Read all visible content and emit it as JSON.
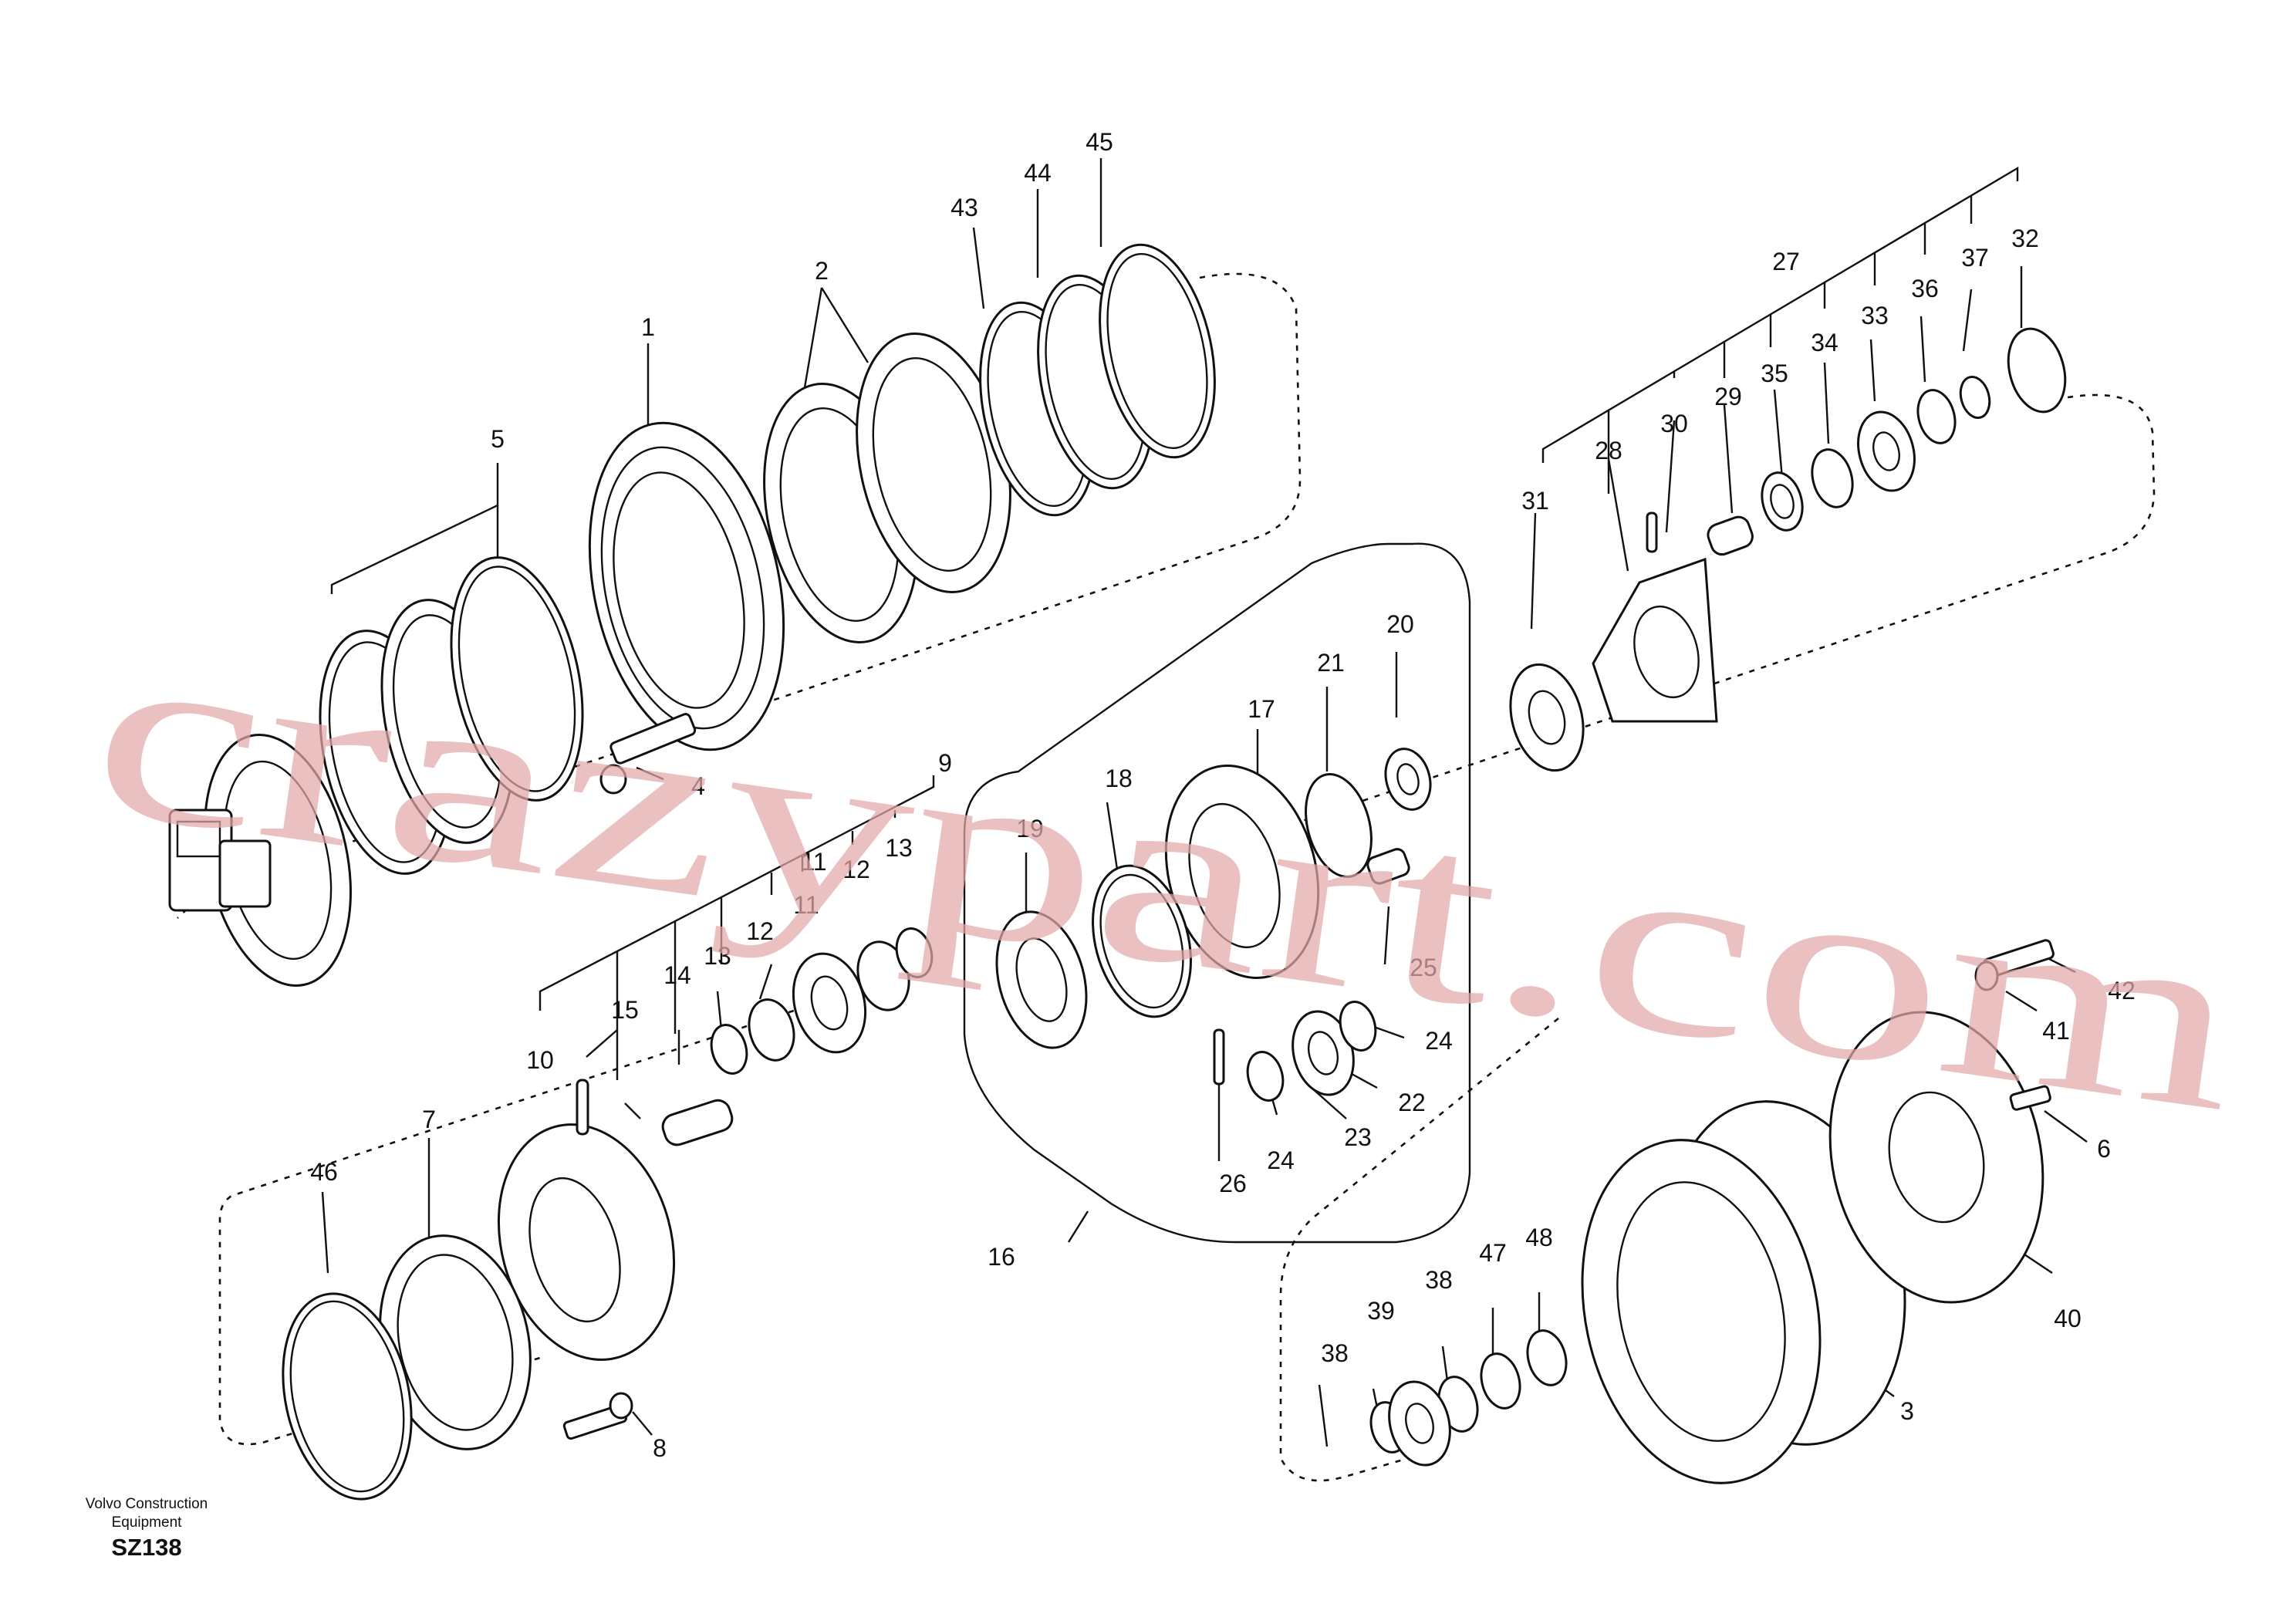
{
  "diagram": {
    "callouts": [
      "1",
      "2",
      "3",
      "4",
      "5",
      "6",
      "7",
      "8",
      "9",
      "10",
      "11",
      "11",
      "12",
      "12",
      "13",
      "13",
      "14",
      "15",
      "16",
      "17",
      "18",
      "19",
      "20",
      "21",
      "22",
      "23",
      "24",
      "24",
      "25",
      "26",
      "27",
      "28",
      "29",
      "30",
      "31",
      "32",
      "33",
      "34",
      "35",
      "36",
      "37",
      "38",
      "38",
      "39",
      "40",
      "41",
      "42",
      "43",
      "44",
      "45",
      "46",
      "47",
      "48"
    ],
    "watermark": "crazypart.com"
  },
  "footer": {
    "maker_line1": "Volvo Construction",
    "maker_line2": "Equipment",
    "code": "SZ138"
  }
}
